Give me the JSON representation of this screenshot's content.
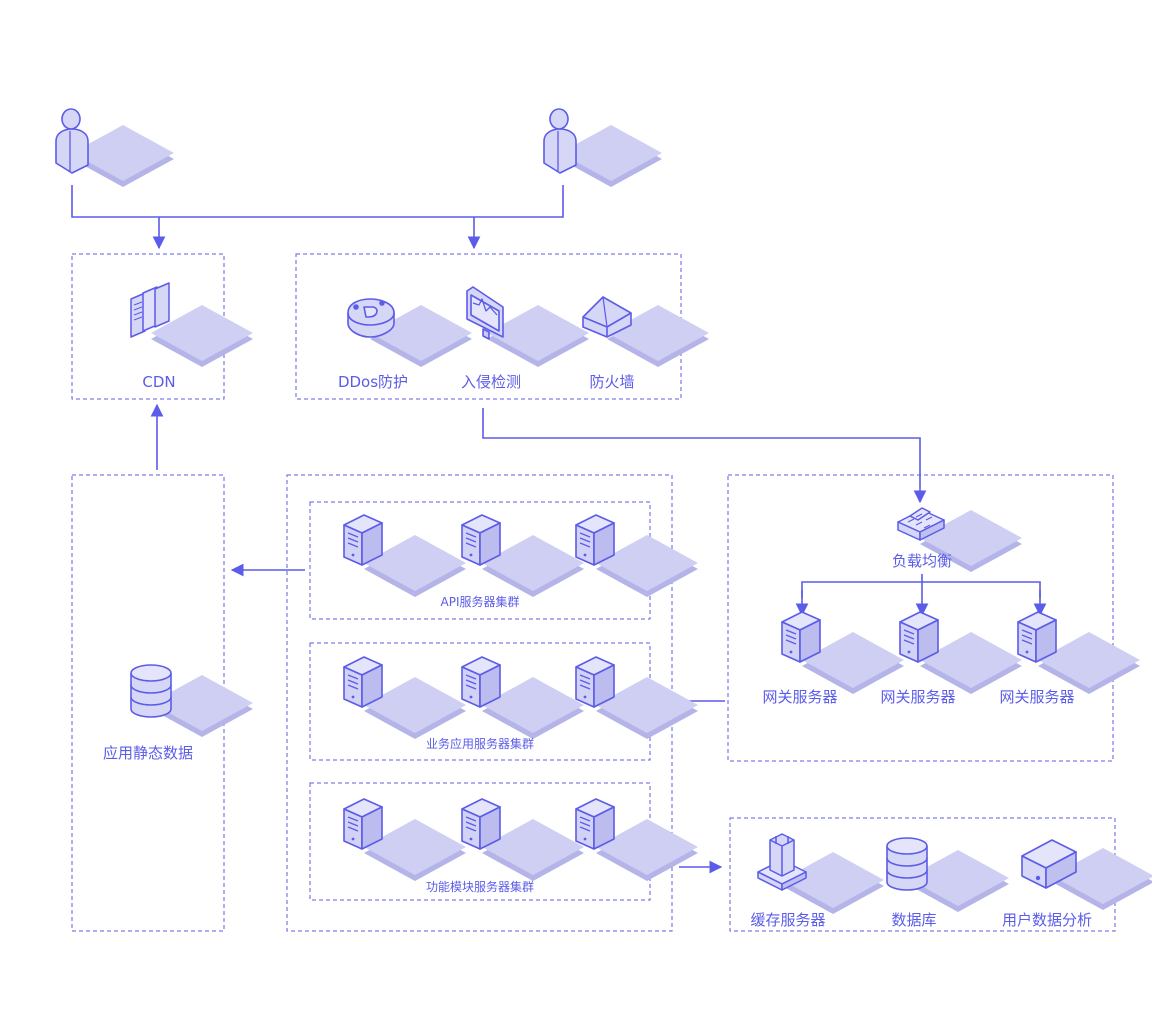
{
  "diagram": {
    "accent": "#5b5ce8",
    "tile_fill": "#c9c9f2",
    "tile_shadow": "#b0b0e6",
    "icon_fill": "#d6d6f7",
    "groups": {
      "cdn": {
        "label": "CDN"
      },
      "security": {
        "items": [
          {
            "label": "DDos防护",
            "icon": "shield-icon"
          },
          {
            "label": "入侵检测",
            "icon": "monitor-icon"
          },
          {
            "label": "防火墙",
            "icon": "firewall-icon"
          }
        ]
      },
      "static_data": {
        "label": "应用静态数据",
        "icon": "database-icon"
      },
      "clusters": [
        {
          "label": "API服务器集群"
        },
        {
          "label": "业务应用服务器集群"
        },
        {
          "label": "功能模块服务器集群"
        }
      ],
      "load_balancer": {
        "label": "负载均衡",
        "gateways": [
          "网关服务器",
          "网关服务器",
          "网关服务器"
        ]
      },
      "storage": {
        "items": [
          {
            "label": "缓存服务器",
            "icon": "cache-server-icon"
          },
          {
            "label": "数据库",
            "icon": "database-icon"
          },
          {
            "label": "用户数据分析",
            "icon": "analytics-box-icon"
          }
        ]
      }
    }
  }
}
